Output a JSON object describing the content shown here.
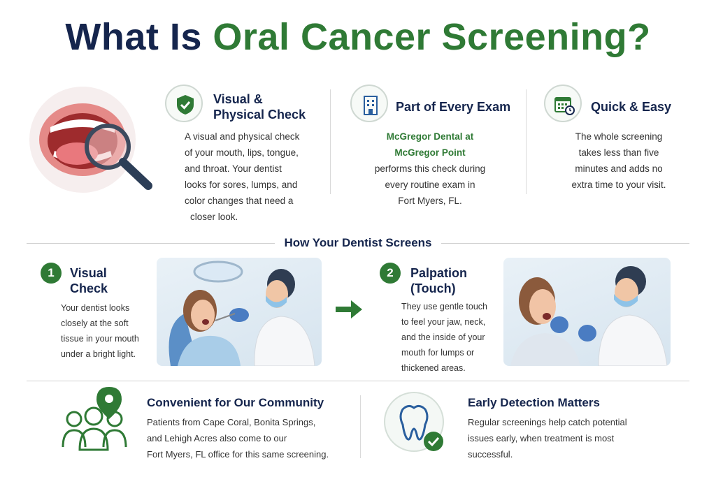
{
  "title": {
    "part1": "What Is",
    "part2": "Oral Cancer Screening?"
  },
  "features": [
    {
      "icon": "shield-check-icon",
      "title_line1": "Visual &",
      "title_line2": "Physical Check",
      "lines": [
        "A visual and physical check",
        "of your mouth, lips, tongue,",
        "and throat. Your dentist",
        "looks for sores, lumps, and",
        "color changes that need a",
        "closer look."
      ]
    },
    {
      "icon": "building-icon",
      "title": "Part of Every Exam",
      "highlight_line1": "McGregor Dental at",
      "highlight_line2": "McGregor Point",
      "lines": [
        "performs this check during",
        "every routine exam in",
        "Fort Myers, FL."
      ]
    },
    {
      "icon": "calendar-clock-icon",
      "title": "Quick & Easy",
      "lines": [
        "The whole screening",
        "takes less than five",
        "minutes and adds no",
        "extra time to your visit."
      ]
    }
  ],
  "section_title": "How Your Dentist Screens",
  "steps": [
    {
      "number": "1",
      "title_line1": "Visual",
      "title_line2": "Check",
      "lines": [
        "Your dentist looks",
        "closely at the soft",
        "tissue in your mouth",
        "under a bright light."
      ]
    },
    {
      "number": "2",
      "title_line1": "Palpation",
      "title_line2": "(Touch)",
      "lines": [
        "They use gentle touch",
        "to feel your jaw, neck,",
        "and the inside of your",
        "mouth for lumps or",
        "thickened areas."
      ]
    }
  ],
  "bottom": [
    {
      "icon": "community-location-icon",
      "title": "Convenient for Our Community",
      "lines": [
        "Patients from Cape Coral, Bonita Springs,",
        "and Lehigh Acres also come to our",
        "Fort Myers, FL office for this same screening."
      ]
    },
    {
      "icon": "tooth-check-icon",
      "title": "Early Detection Matters",
      "lines": [
        "Regular screenings help catch potential",
        "issues early, when treatment is most",
        "successful."
      ]
    }
  ],
  "colors": {
    "navy": "#15254d",
    "green": "#2f7a35"
  }
}
